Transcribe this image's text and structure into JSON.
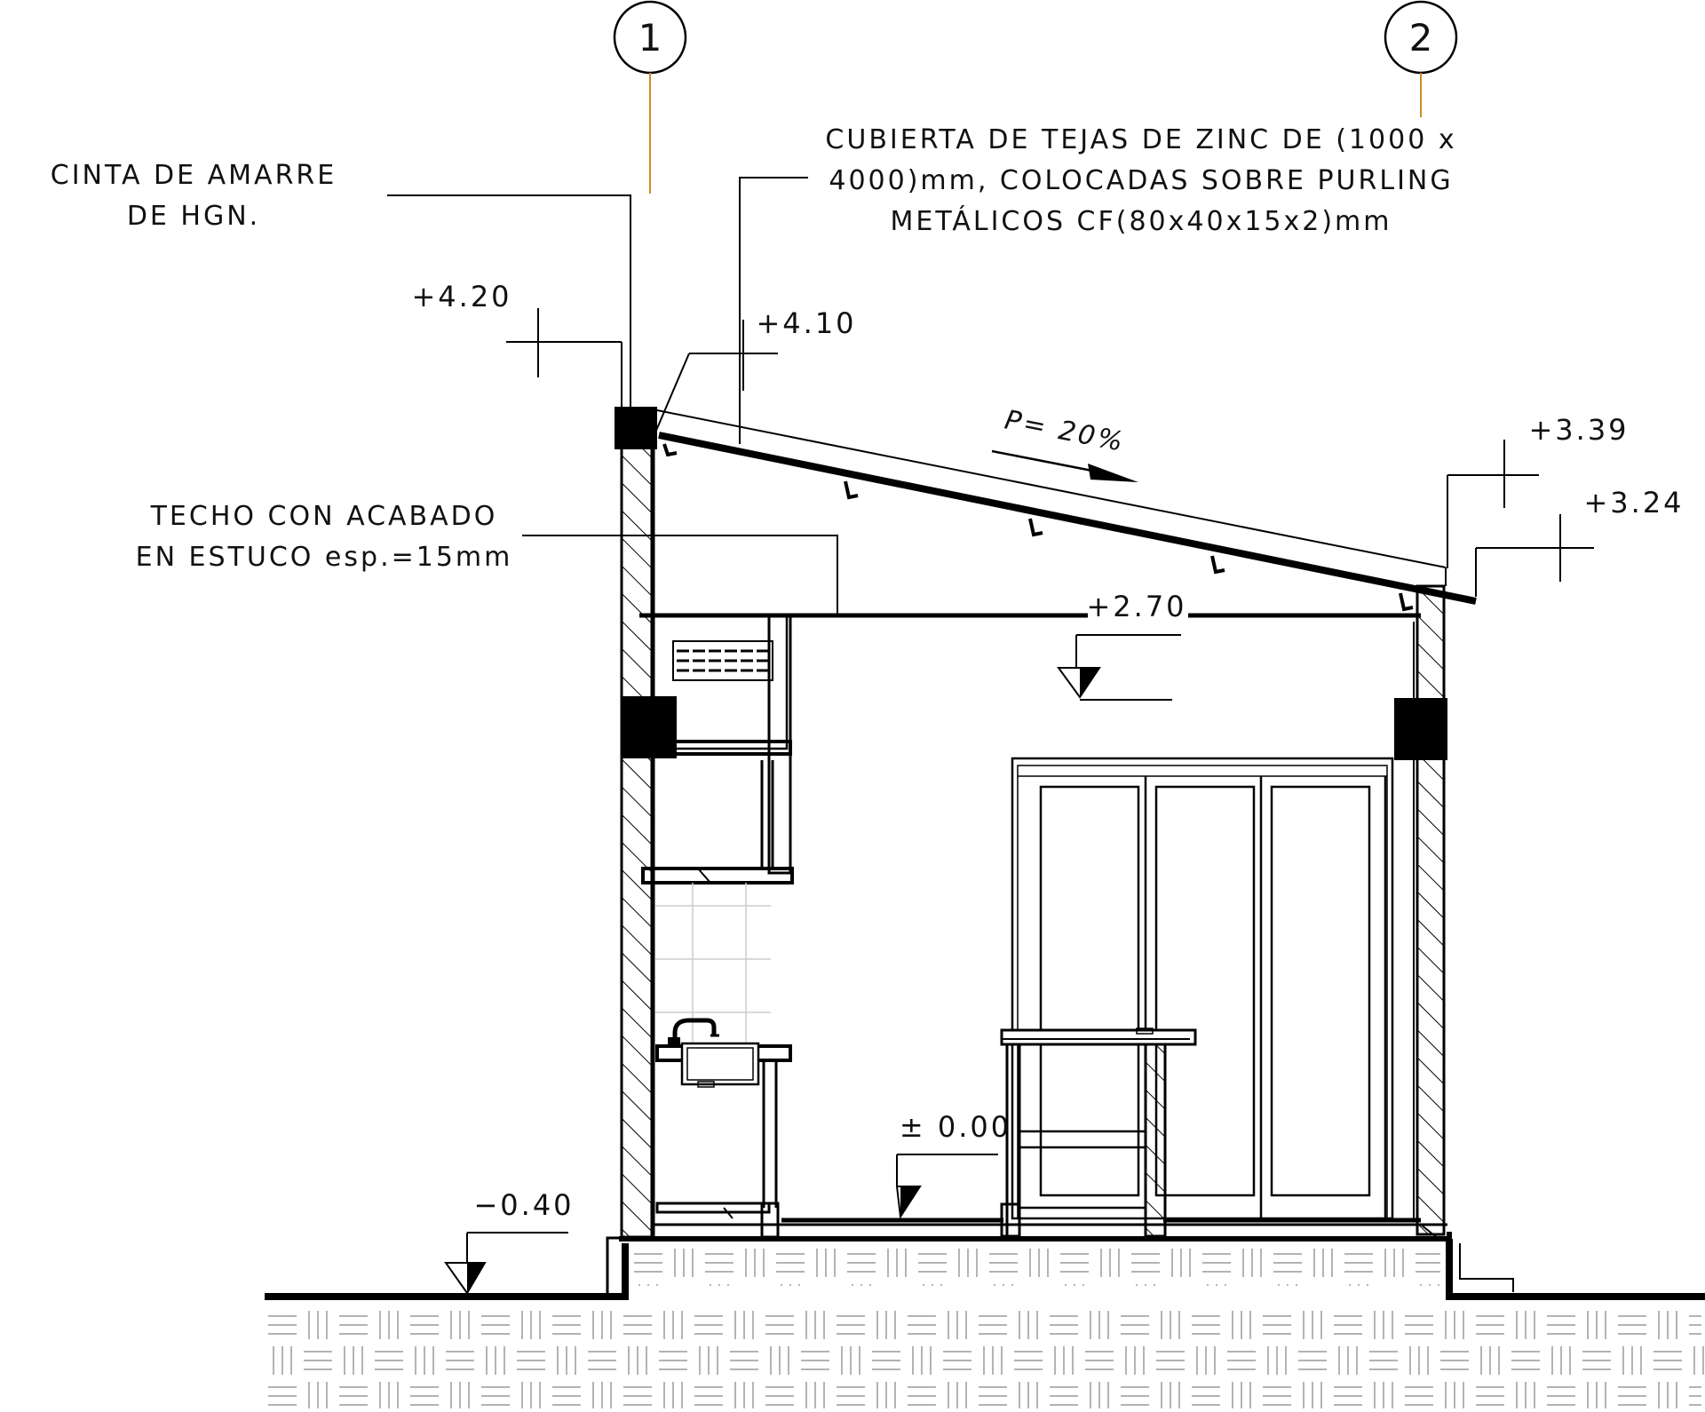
{
  "axes": [
    {
      "label": "1"
    },
    {
      "label": "2"
    }
  ],
  "notes": {
    "cinta": [
      "CINTA DE AMARRE",
      "DE HGN."
    ],
    "cubierta": [
      "CUBIERTA DE TEJAS DE ZINC DE (1000 x",
      "4000)mm, COLOCADAS SOBRE PURLING",
      "METÁLICOS CF(80x40x15x2)mm"
    ],
    "techo": [
      "TECHO CON ACABADO",
      "EN ESTUCO esp.=15mm"
    ]
  },
  "slope": {
    "label": "P= 20%"
  },
  "levels": {
    "l420": "+4.20",
    "l410": "+4.10",
    "l339": "+3.39",
    "l324": "+3.24",
    "l270": "+2.70",
    "l000": "± 0.00",
    "lm040": "−0.40"
  },
  "colors": {
    "ink": "#000000",
    "axis_leader": "#d08a2a",
    "tile": "#cccccc",
    "hatch": "#9a9a9a"
  }
}
